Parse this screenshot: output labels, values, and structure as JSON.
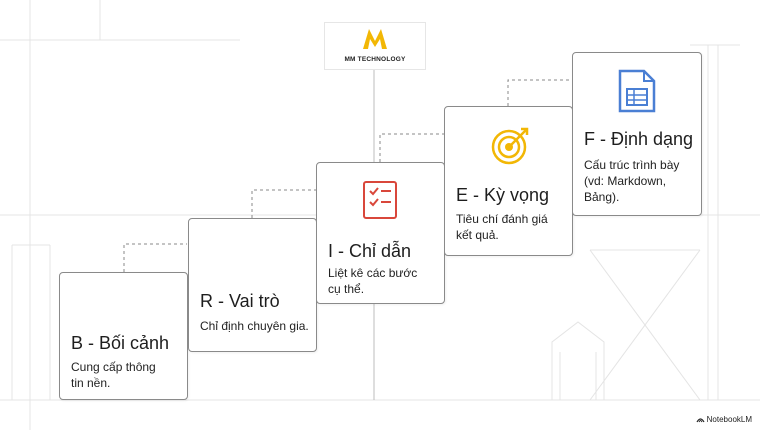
{
  "logo": {
    "name": "MM TECHNOLOGY",
    "color": "#f2b705"
  },
  "steps": [
    {
      "title": "B - Bối cảnh",
      "desc": "Cung cấp thông\ntin nền."
    },
    {
      "title": "R - Vai trò",
      "desc": "Chỉ định chuyên gia."
    },
    {
      "title": "I - Chỉ dẫn",
      "desc": "Liệt kê các bước\ncụ thể.",
      "icon": "checklist-icon",
      "icon_color": "#d9473b"
    },
    {
      "title": "E - Kỳ vọng",
      "desc": "Tiêu chí đánh giá\nkết quả.",
      "icon": "target-icon",
      "icon_color": "#f2b705"
    },
    {
      "title": "F - Định dạng",
      "desc": "Cấu trúc trình bày\n(vd: Markdown,\nBảng).",
      "icon": "spreadsheet-icon",
      "icon_color": "#4a7fd4"
    }
  ],
  "watermark": "NotebookLM"
}
